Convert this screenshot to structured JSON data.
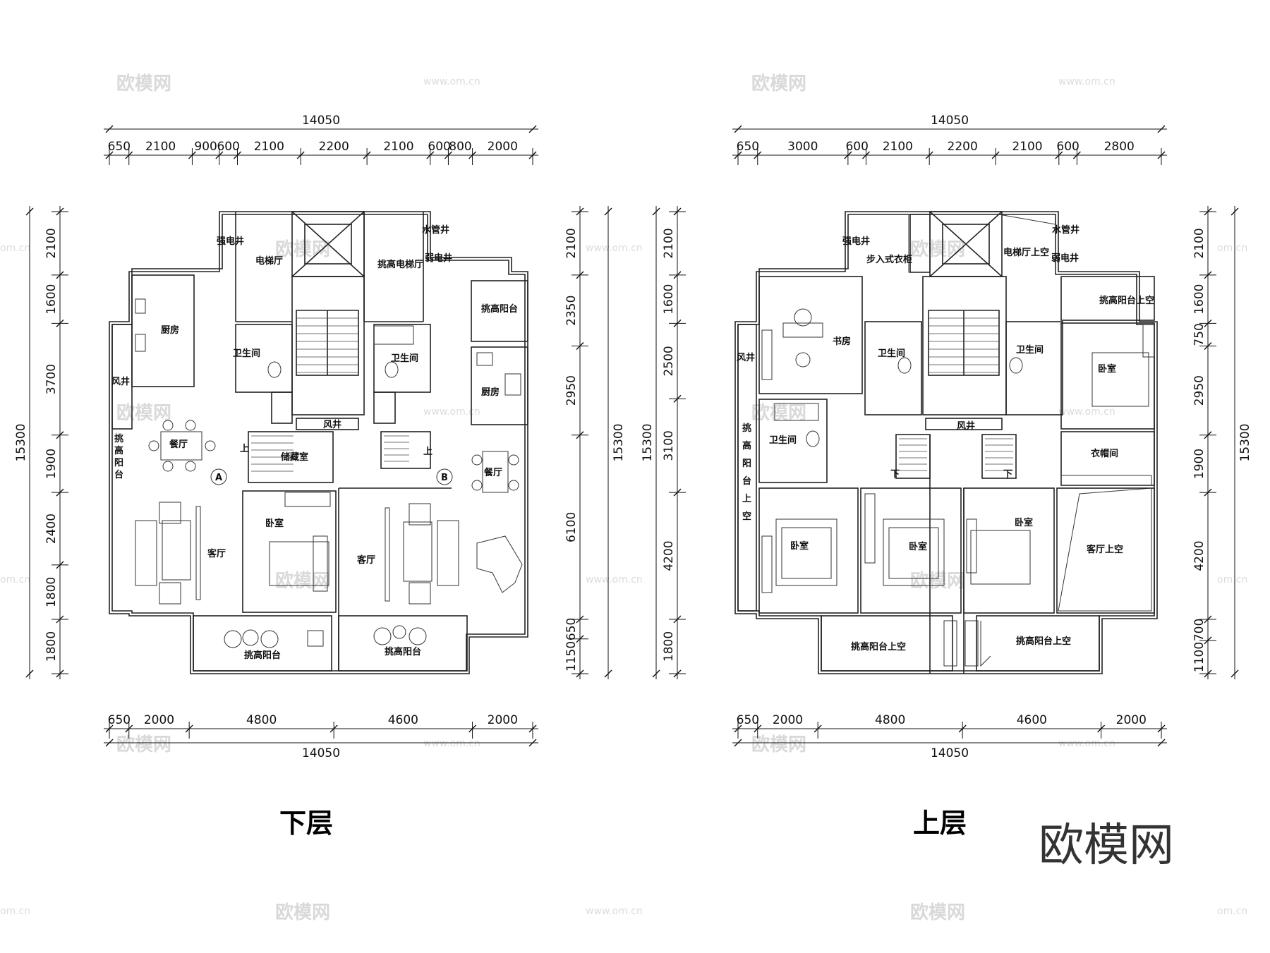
{
  "watermark": {
    "text": "欧模网",
    "url": "www.om.cn",
    "url_short": "om.cn"
  },
  "brand_logo": "欧模网",
  "plans": [
    {
      "id": "lower",
      "floor_label": "下层",
      "total_width": "14050",
      "total_depth": "15300",
      "top_dims": [
        "650",
        "2100",
        "900",
        "600",
        "2100",
        "2200",
        "2100",
        "600",
        "800",
        "2000"
      ],
      "bottom_dims": [
        "650",
        "2000",
        "4800",
        "4600",
        "2000"
      ],
      "left_dims": [
        "2100",
        "1600",
        "3700",
        "1900",
        "2400",
        "1800",
        "1800"
      ],
      "right_dims": [
        "2100",
        "2350",
        "2950",
        "6100",
        "650",
        "1150"
      ],
      "rooms": {
        "strong_shaft": "强电井",
        "elevator_hall": "电梯厅",
        "high_elevator_hall": "挑高电梯厅",
        "water_shaft": "水管井",
        "weak_shaft": "弱电井",
        "kitchen_a": "厨房",
        "kitchen_b": "厨房",
        "high_balcony_ne": "挑高阳台",
        "bath_a": "卫生间",
        "bath_b": "卫生间",
        "air_shaft_left": "风井",
        "air_shaft_core": "风井",
        "dining_a": "餐厅",
        "dining_b": "餐厅",
        "storage": "储藏室",
        "high_balcony_w": [
          "挑",
          "高",
          "阳",
          "台"
        ],
        "mark_a": "A",
        "mark_b": "B",
        "up_a": "上",
        "up_b": "上",
        "living_a": "客厅",
        "living_b": "客厅",
        "bedroom": "卧室",
        "balcony_a": "挑高阳台",
        "balcony_b": "挑高阳台"
      }
    },
    {
      "id": "upper",
      "floor_label": "上层",
      "total_width": "14050",
      "total_depth": "15300",
      "top_dims": [
        "650",
        "3000",
        "600",
        "2100",
        "2200",
        "2100",
        "600",
        "2800"
      ],
      "bottom_dims": [
        "650",
        "2000",
        "4800",
        "4600",
        "2000"
      ],
      "left_dims": [
        "2100",
        "1600",
        "2500",
        "3100",
        "4200",
        "1800"
      ],
      "right_dims": [
        "2100",
        "1600",
        "750",
        "2950",
        "1900",
        "4200",
        "700",
        "1100"
      ],
      "rooms": {
        "strong_shaft": "强电井",
        "walkin": "步入式衣柜",
        "elev_void": "电梯厅上空",
        "water_shaft": "水管井",
        "weak_shaft": "弱电井",
        "study": "书房",
        "bath_1": "卫生间",
        "bath_2": "卫生间",
        "bath_3": "卫生间",
        "balc_void_ne": "挑高阳台上空",
        "bedroom_ne": "卧室",
        "air_shaft_left": "风井",
        "air_shaft_core": "风井",
        "wardrobe": "衣帽间",
        "balc_void_w": [
          "挑",
          "高",
          "阳",
          "台",
          "上",
          "空"
        ],
        "down_a": "下",
        "down_b": "下",
        "bedroom_1": "卧室",
        "bedroom_2": "卧室",
        "bedroom_3": "卧室",
        "living_void": "客厅上空",
        "balc_void_s1": "挑高阳台上空",
        "balc_void_s2": "挑高阳台上空"
      }
    }
  ]
}
